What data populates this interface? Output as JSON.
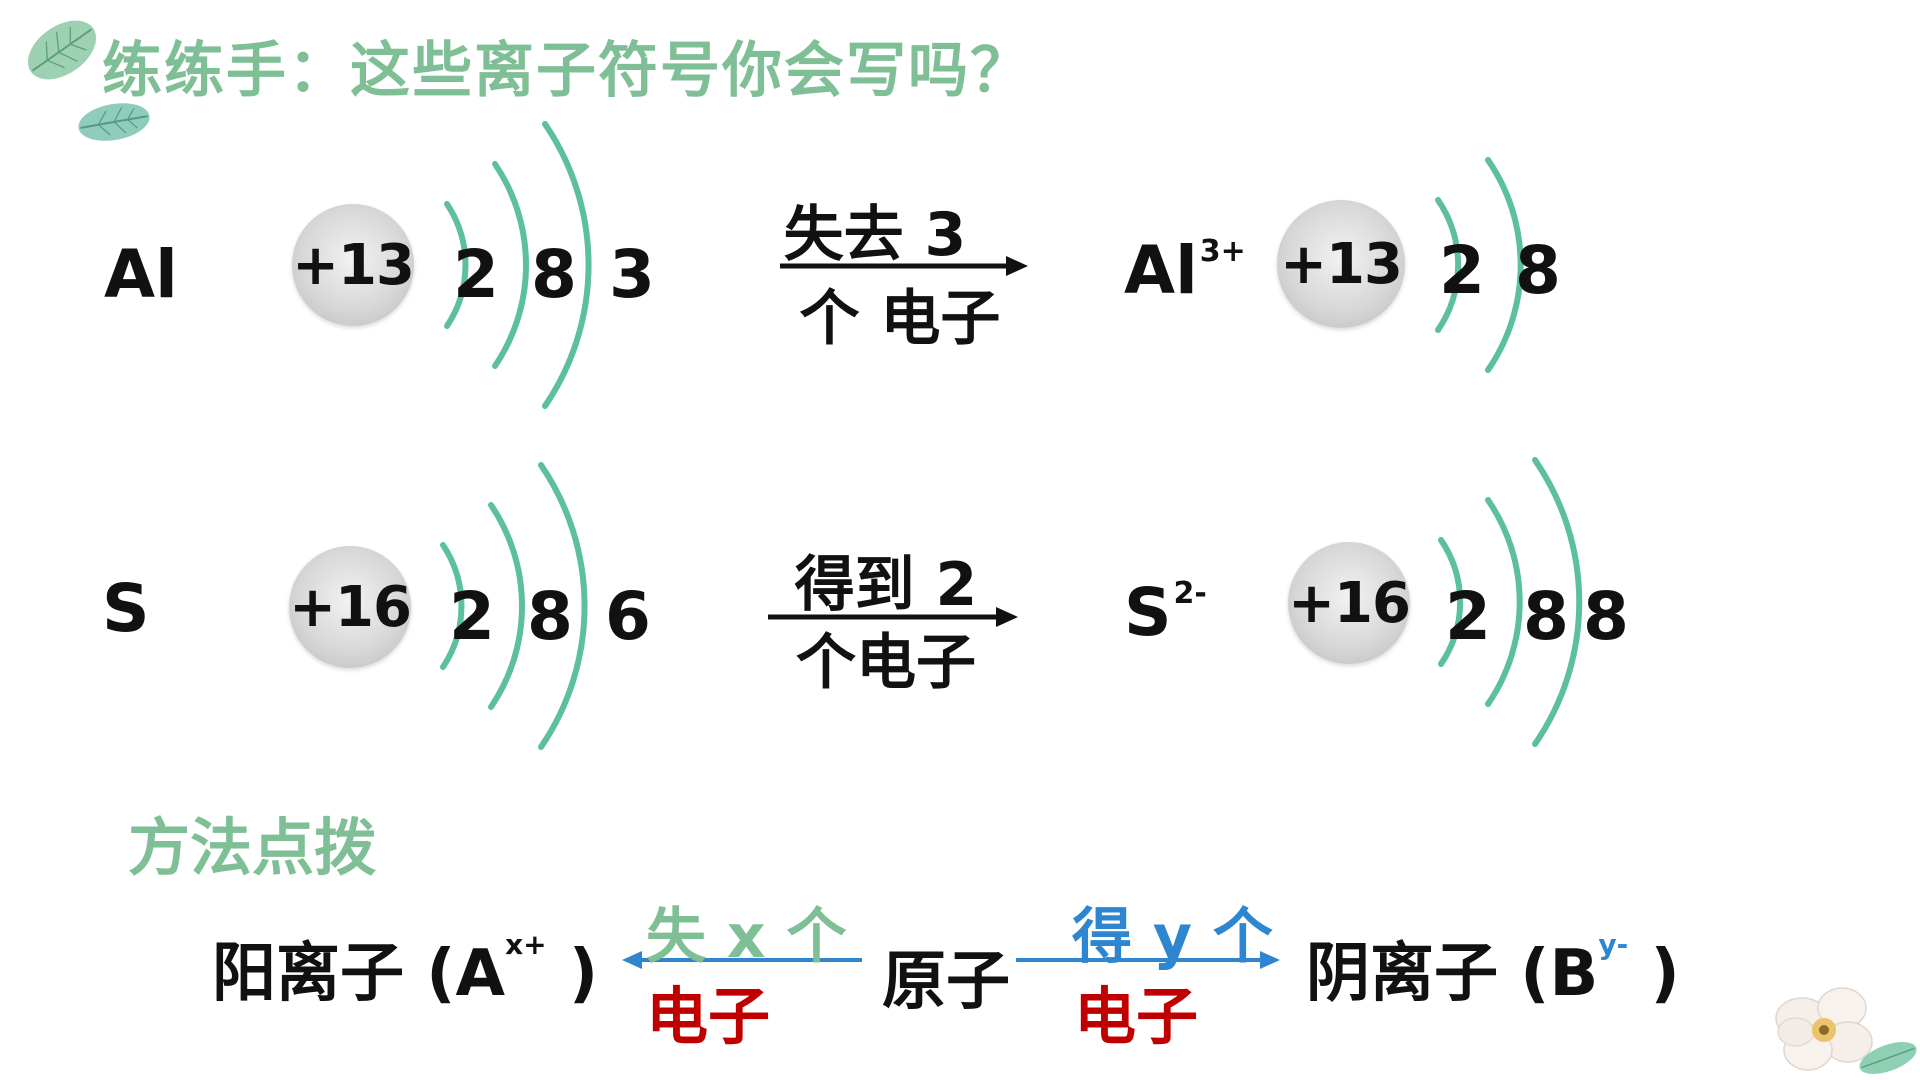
{
  "title": "练练手：这些离子符号你会写吗？",
  "rows": [
    {
      "atom_symbol": "Al",
      "atom_nucleus": "+13",
      "atom_shells": [
        "2",
        "8",
        "3"
      ],
      "reaction_top": "失去 3",
      "reaction_bottom": "个  电子",
      "ion_symbol": "Al",
      "ion_charge": "3+",
      "ion_nucleus": "+13",
      "ion_shells": [
        "2",
        "8"
      ]
    },
    {
      "atom_symbol": "S",
      "atom_nucleus": "+16",
      "atom_shells": [
        "2",
        "8",
        "6"
      ],
      "reaction_top": "得到 2",
      "reaction_bottom": "个电子",
      "ion_symbol": "S",
      "ion_charge": "2-",
      "ion_nucleus": "+16",
      "ion_shells": [
        "2",
        "8",
        "8"
      ]
    }
  ],
  "method": {
    "title": "方法点拨",
    "cation_label": "阳离子 (A",
    "cation_sup": "x+",
    "cation_close": " )",
    "left_arrow_top": "失 x 个",
    "left_arrow_bottom": "电子",
    "atom_label": "原子",
    "right_arrow_top": "得 y 个",
    "right_arrow_bottom": "电子",
    "anion_label": "阴离子 (B",
    "anion_sup": "y-",
    "anion_close": " )"
  },
  "colors": {
    "shell_arc": "#5cbf9d",
    "title_green": "#7fbf95",
    "blue": "#2e86d0",
    "red": "#c00000"
  },
  "icons": [
    "leaf-icon",
    "flower-icon"
  ]
}
